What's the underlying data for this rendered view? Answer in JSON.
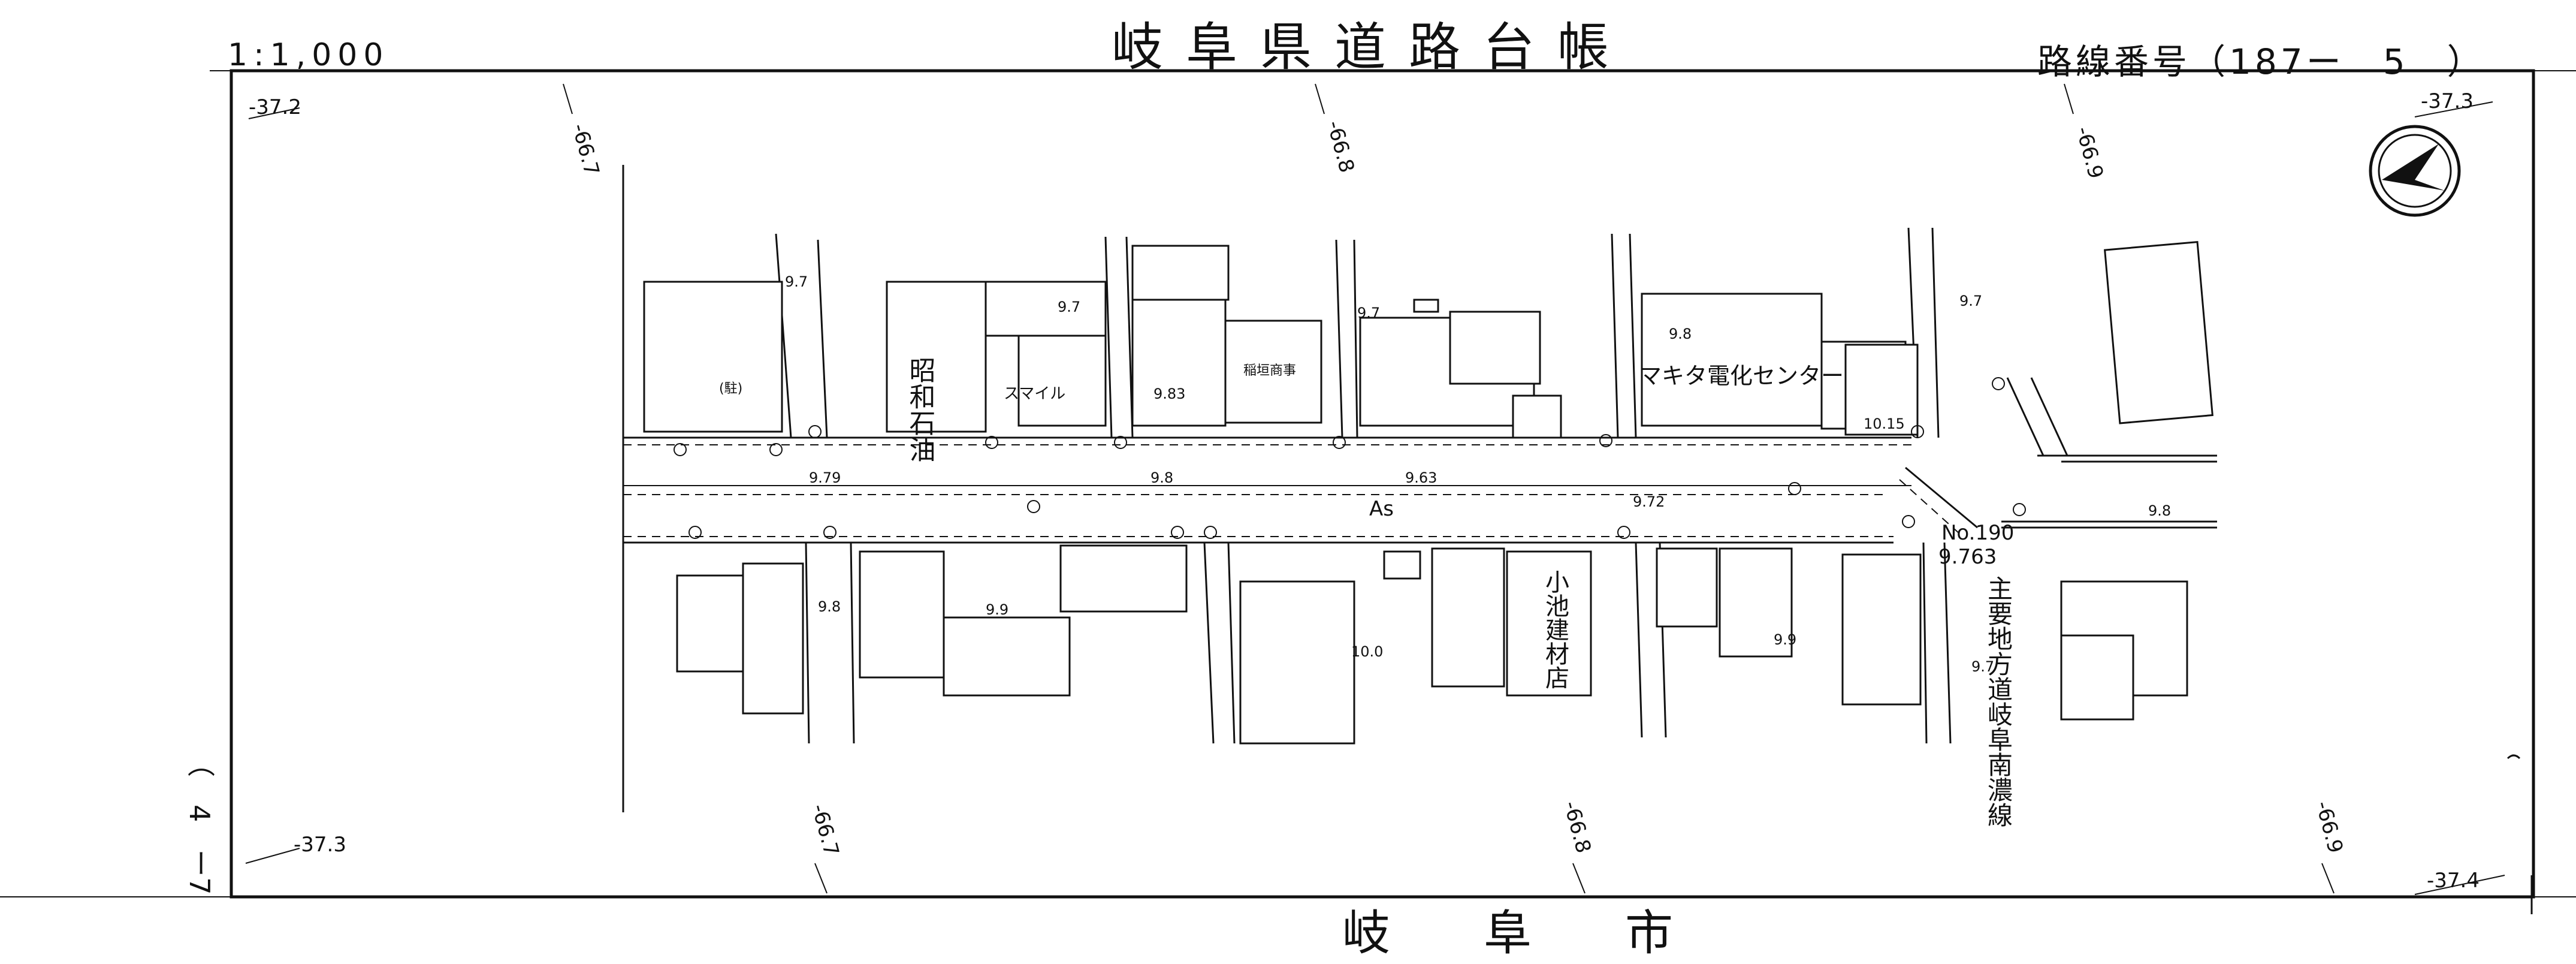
{
  "header": {
    "scale": "1:1,000",
    "title": "岐阜県道路台帳",
    "route_label": "路線番号（187ー　5　）"
  },
  "footer": {
    "city": "岐　阜　市",
    "left_partial": "（　4　ー7"
  },
  "map": {
    "grid_labels": {
      "tl": "-37.2",
      "tr": "-37.3",
      "bl": "-37.3",
      "br": "-37.4",
      "top_667": "-66.7",
      "top_668": "-66.8",
      "top_669": "-66.9",
      "bot_667": "-66.7",
      "bot_668": "-66.8",
      "bot_669": "-66.9"
    },
    "buildings": {
      "showa": "昭和石油",
      "smile": "スマイル",
      "inagaki": "稲垣商事",
      "makita": "マキタ電化センター",
      "koike": "小池建材店",
      "parking": "(駐)"
    },
    "road": {
      "surface": "As",
      "route_name": "主要地方道岐阜南濃線",
      "node_no": "No.190",
      "node_elev": "9.763"
    },
    "elevations": [
      "9.7",
      "9.7",
      "9.83",
      "9.7",
      "9.8",
      "10.15",
      "9.7",
      "9.79",
      "9.8",
      "9.63",
      "9.72",
      "9.8",
      "9.8",
      "9.9",
      "10.0",
      "9.9",
      "9.7"
    ]
  }
}
